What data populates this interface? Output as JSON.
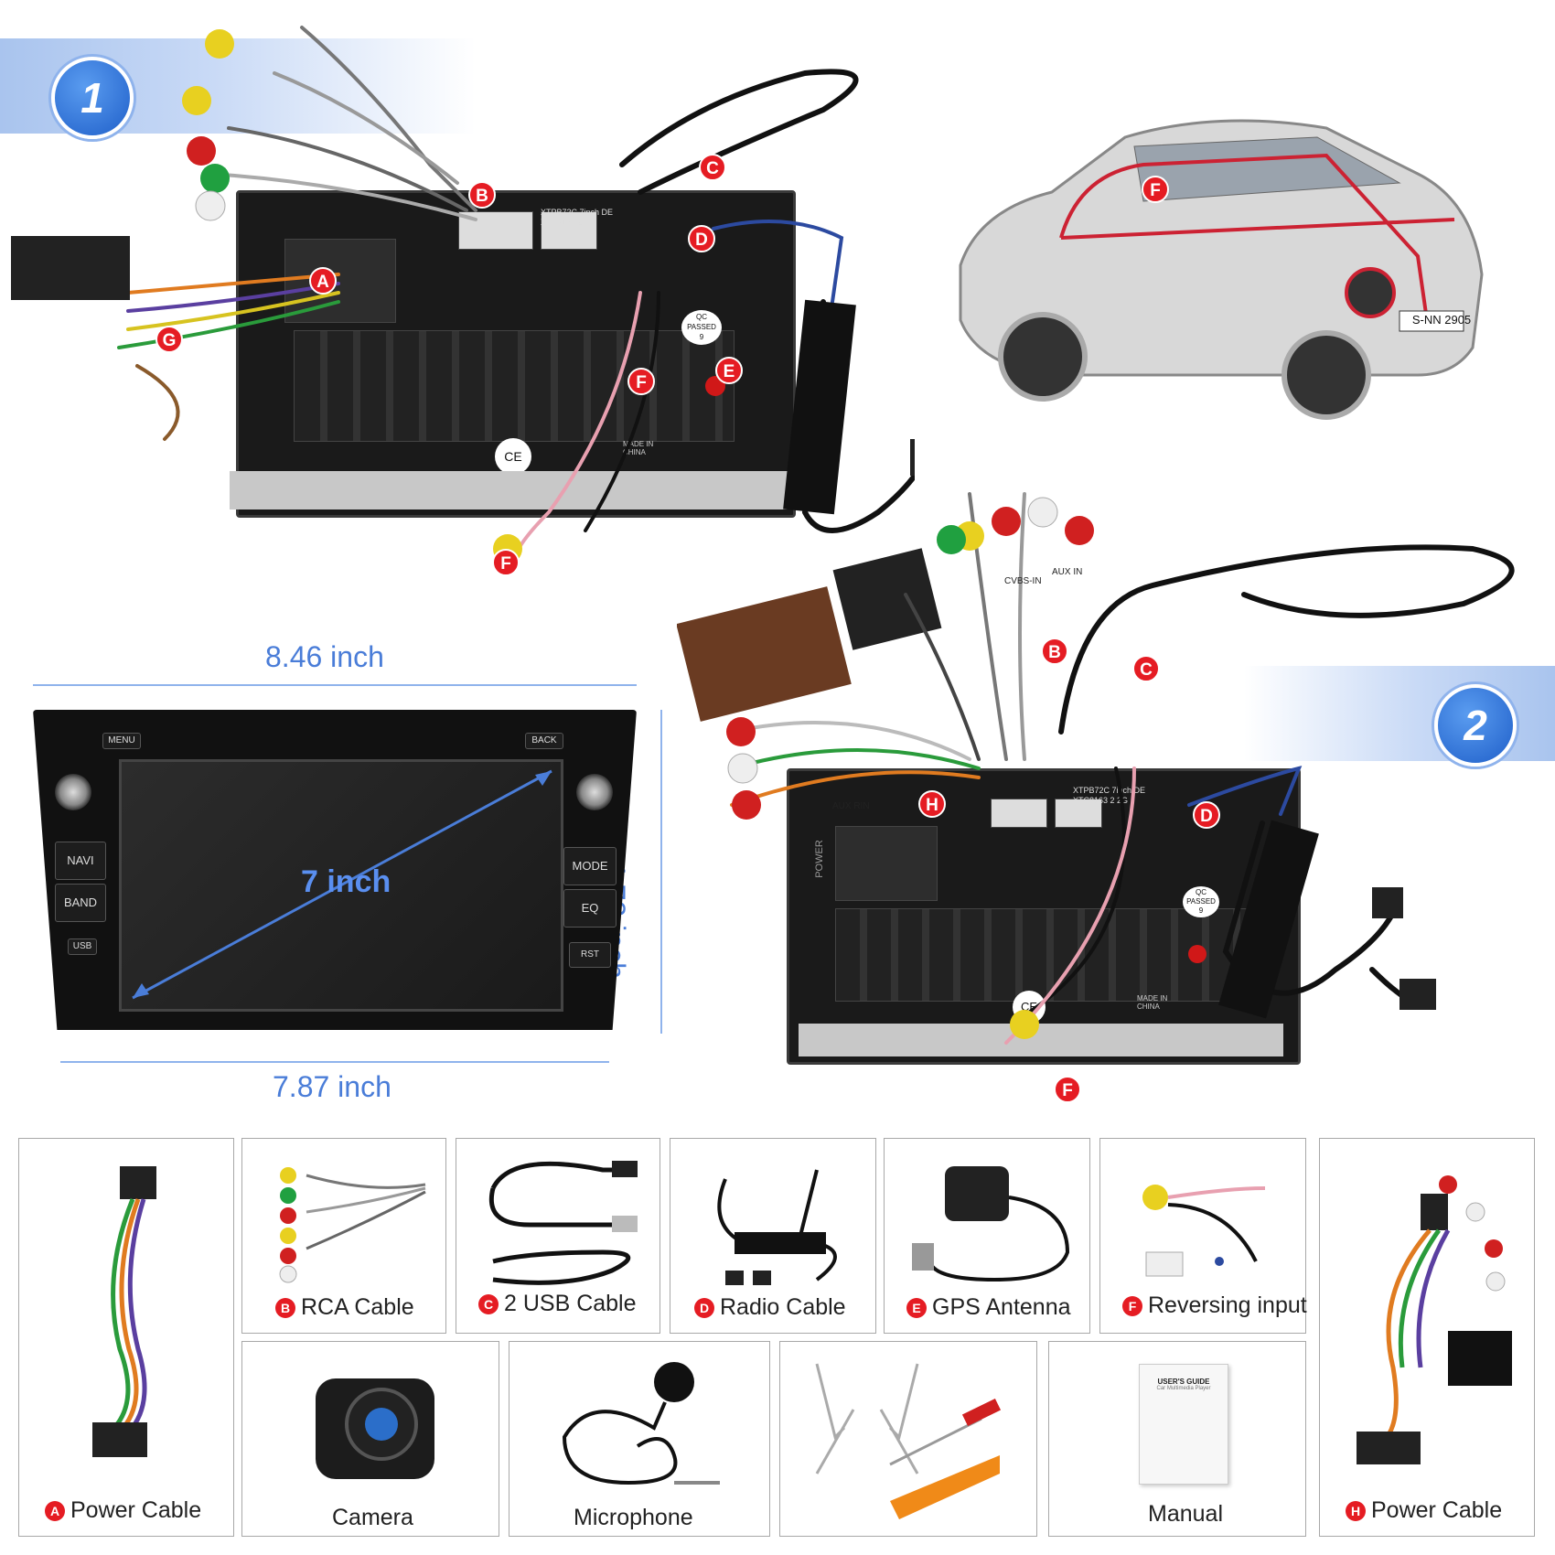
{
  "section_markers": {
    "one": "1",
    "two": "2"
  },
  "callouts": {
    "A": "A",
    "B": "B",
    "C": "C",
    "D": "D",
    "E": "E",
    "F": "F",
    "G": "G",
    "H": "H"
  },
  "rear_panel_labels": {
    "model_1": "XTPB72C 7inch DE",
    "model_1b": "XTC8163 2",
    "qc": "QC",
    "passed": "PASSED",
    "passed_num": "9",
    "ce": "CE",
    "made_in": "MADE IN CHINA",
    "model_2": "XTPB72C 7inch DE",
    "model_2b": "XTC8163 2 2G",
    "aux_rin": "AUX RIN",
    "cvbs_in": "CVBS-IN",
    "aux_in": "AUX IN",
    "power": "POWER"
  },
  "car_plate": "S-NN 2905",
  "dimensions": {
    "width_top": "8.46 inch",
    "width_bottom": "7.87 inch",
    "height": "4.72 inch",
    "diagonal": "7 inch"
  },
  "front_panel": {
    "menu": "MENU",
    "back": "BACK",
    "navi": "NAVI",
    "band": "BAND",
    "usb": "USB",
    "mode": "MODE",
    "eq": "EQ",
    "rst": "RST"
  },
  "accessories": [
    {
      "tag": "A",
      "label": "Power Cable"
    },
    {
      "tag": "B",
      "label": "RCA Cable"
    },
    {
      "tag": "C",
      "label": "2 USB Cable"
    },
    {
      "tag": "D",
      "label": "Radio Cable"
    },
    {
      "tag": "E",
      "label": "GPS Antenna"
    },
    {
      "tag": "F",
      "label": "Reversing input"
    },
    {
      "tag": "",
      "label": "Camera"
    },
    {
      "tag": "",
      "label": "Microphone"
    },
    {
      "tag": "",
      "label": ""
    },
    {
      "tag": "",
      "label": "Manual"
    },
    {
      "tag": "H",
      "label": "Power Cable"
    }
  ],
  "manual_text": {
    "title": "USER'S GUIDE",
    "subtitle": "Car Multimedia Player"
  },
  "colors": {
    "accent_blue": "#4a7dd8",
    "tag_red": "#e51c23",
    "band_blue": "#a9c4ee",
    "unit_black": "#1a1a1a"
  }
}
